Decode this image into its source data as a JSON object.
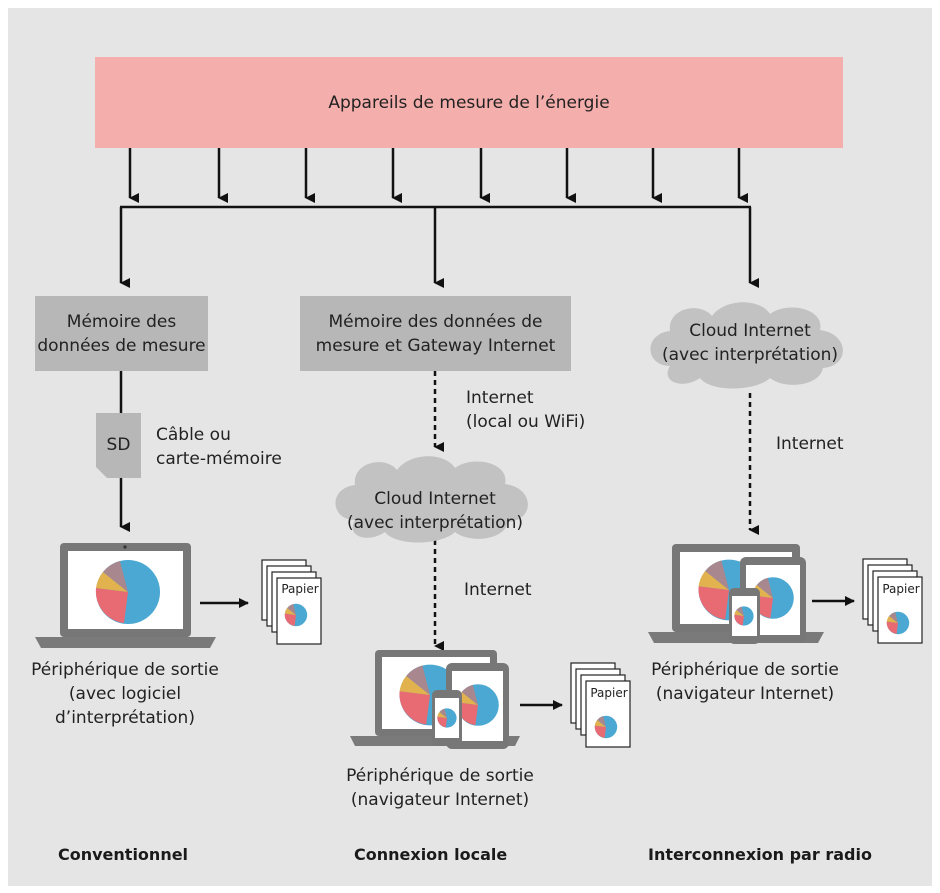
{
  "top_box": {
    "label": "Appareils de mesure de l’énergie"
  },
  "columns": {
    "left": {
      "storage": "Mémoire des\ndonnées de mesure",
      "sd_label": "SD",
      "transfer": "Câble ou\ncarte-mémoire",
      "paper": "Papier",
      "output": "Périphérique de sortie\n(avec logiciel\nd’interprétation)",
      "footer": "Conventionnel"
    },
    "middle": {
      "storage": "Mémoire des données de\nmesure et Gateway Internet",
      "link1": "Internet\n(local ou WiFi)",
      "cloud": "Cloud Internet\n(avec interprétation)",
      "link2": "Internet",
      "paper": "Papier",
      "output": "Périphérique de sortie\n(navigateur Internet)",
      "footer": "Connexion locale"
    },
    "right": {
      "cloud": "Cloud Internet\n(avec interprétation)",
      "link": "Internet",
      "paper": "Papier",
      "output": "Périphérique de sortie\n(navigateur Internet)",
      "footer": "Interconnexion par radio"
    }
  },
  "colors": {
    "top_box": "#f4aeab",
    "storage_box": "#b7b7b7",
    "panel": "#e5e5e5",
    "cloud": "#c2c2c2",
    "device": "#7a7a7a",
    "pie_blue": "#4aa8d2",
    "pie_red": "#e86a72",
    "pie_yellow": "#e2b24e",
    "pie_mauve": "#a9878e"
  }
}
